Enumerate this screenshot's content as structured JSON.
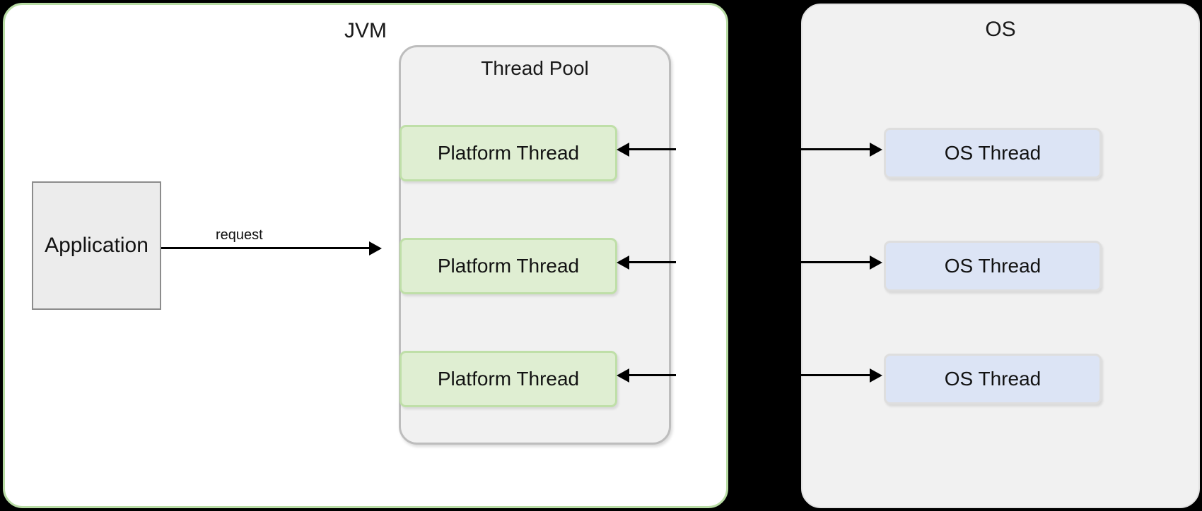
{
  "diagram": {
    "title_hidden": "",
    "panels": [
      {
        "id": "jvm",
        "label": "JVM"
      },
      {
        "id": "os",
        "label": "OS"
      }
    ],
    "jvm": {
      "label": "JVM",
      "application": {
        "label": "Application"
      },
      "thread_pool": {
        "label": "Thread Pool",
        "threads": [
          {
            "label": "Platform Thread"
          },
          {
            "label": "Platform Thread"
          },
          {
            "label": "Platform Thread"
          }
        ]
      }
    },
    "os": {
      "label": "OS",
      "threads": [
        {
          "label": "OS Thread"
        },
        {
          "label": "OS Thread"
        },
        {
          "label": "OS Thread"
        }
      ]
    },
    "edges": [
      {
        "id": "request",
        "label": "request",
        "from": "Application",
        "to": "Thread Pool",
        "direction": "right"
      },
      {
        "id": "map-1",
        "label": "",
        "from": "OS Thread",
        "to": "Platform Thread",
        "direction": "bidirectional"
      },
      {
        "id": "map-2",
        "label": "",
        "from": "OS Thread",
        "to": "Platform Thread",
        "direction": "bidirectional"
      },
      {
        "id": "map-3",
        "label": "",
        "from": "OS Thread",
        "to": "Platform Thread",
        "direction": "bidirectional"
      }
    ],
    "colors": {
      "background": "#000000",
      "jvm_border": "#b8dca4",
      "jvm_fill": "#ffffff",
      "os_border": "#e2e2e2",
      "os_fill": "#f1f1f1",
      "thread_pool_border": "#bdbdbd",
      "thread_pool_fill": "#f1f1f1",
      "platform_thread_fill": "#dfeed2",
      "platform_thread_border": "#bfdfa8",
      "os_thread_fill": "#dce4f5",
      "os_thread_border": "#dedede",
      "application_fill": "#ececec",
      "application_border": "#8c8c8c",
      "arrow": "#000000",
      "text": "#121212"
    }
  }
}
